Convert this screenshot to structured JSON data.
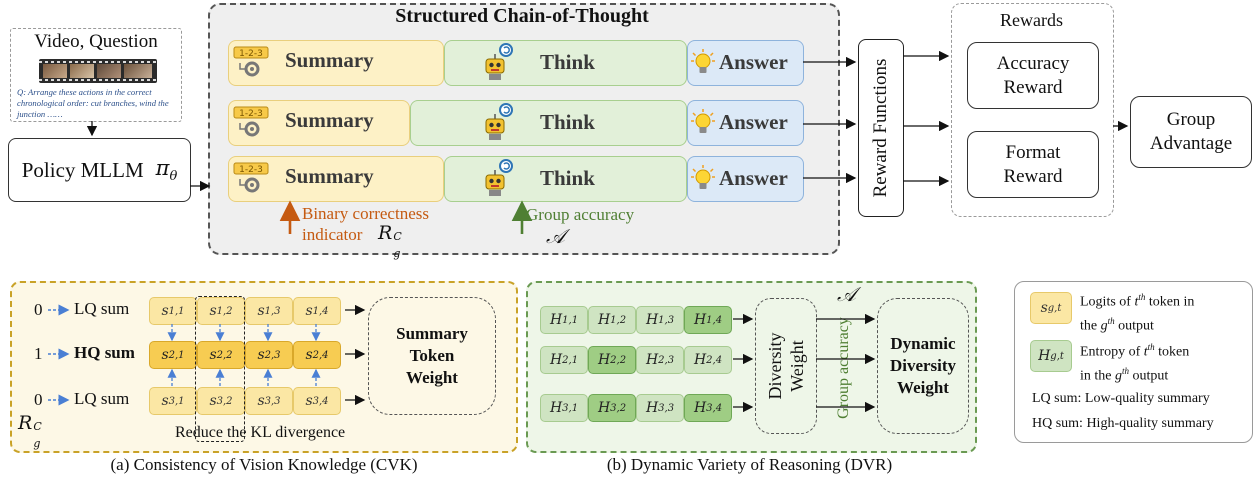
{
  "top": {
    "video_box": {
      "title": "Video, Question",
      "question": "Q: Arrange these actions in the correct chronological order: cut branches, wind the junction ……"
    },
    "policy": {
      "label": "Policy MLLM",
      "symbol": "π",
      "subscript": "θ"
    },
    "structured_cot": {
      "title": "Structured Chain-of-Thought",
      "rows": [
        {
          "summary": "Summary",
          "think": "Think",
          "answer": "Answer"
        },
        {
          "summary": "Summary",
          "think": "Think",
          "answer": "Answer"
        },
        {
          "summary": "Summary",
          "think": "Think",
          "answer": "Answer"
        }
      ],
      "binary_indicator": {
        "line1": "Binary correctness",
        "line2": "indicator",
        "symbol": "R",
        "sub": "g",
        "sup": "C"
      },
      "group_accuracy": {
        "label": "Group accuracy",
        "symbol": "𝒜"
      }
    },
    "reward_functions": "Reward Functions",
    "rewards": {
      "title": "Rewards",
      "accuracy": {
        "line1": "Accuracy",
        "line2": "Reward"
      },
      "format": {
        "line1": "Format",
        "line2": "Reward"
      }
    },
    "group_advantage": {
      "line1": "Group",
      "line2": "Advantage"
    }
  },
  "cvk": {
    "caption": "(a) Consistency of Vision Knowledge (CVK)",
    "rows": [
      {
        "indicator": "0",
        "label": "LQ sum",
        "tokens": [
          [
            "1",
            "1"
          ],
          [
            "1",
            "2"
          ],
          [
            "1",
            "3"
          ],
          [
            "1",
            "4"
          ]
        ]
      },
      {
        "indicator": "1",
        "label": "HQ sum",
        "tokens": [
          [
            "2",
            "1"
          ],
          [
            "2",
            "2"
          ],
          [
            "2",
            "3"
          ],
          [
            "2",
            "4"
          ]
        ]
      },
      {
        "indicator": "0",
        "label": "LQ sum",
        "tokens": [
          [
            "3",
            "1"
          ],
          [
            "3",
            "2"
          ],
          [
            "3",
            "3"
          ],
          [
            "3",
            "4"
          ]
        ]
      }
    ],
    "token_symbol": "s",
    "weight": {
      "line1": "Summary",
      "line2": "Token",
      "line3": "Weight"
    },
    "kl_text": "Reduce the KL divergence",
    "r_symbol": {
      "symbol": "R",
      "sub": "g",
      "sup": "C"
    }
  },
  "dvr": {
    "caption": "(b) Dynamic Variety of Reasoning (DVR)",
    "token_symbol": "H",
    "rows": [
      {
        "tokens": [
          [
            "1",
            "1"
          ],
          [
            "1",
            "2"
          ],
          [
            "1",
            "3"
          ],
          [
            "1",
            "4"
          ]
        ]
      },
      {
        "tokens": [
          [
            "2",
            "1"
          ],
          [
            "2",
            "2"
          ],
          [
            "2",
            "3"
          ],
          [
            "2",
            "4"
          ]
        ]
      },
      {
        "tokens": [
          [
            "3",
            "1"
          ],
          [
            "3",
            "2"
          ],
          [
            "3",
            "3"
          ],
          [
            "3",
            "4"
          ]
        ]
      }
    ],
    "diversity_weight": {
      "line1": "Diversity",
      "line2": "Weight"
    },
    "group_accuracy_vertical": "Group accuracy",
    "accuracy_symbol": "𝒜",
    "dynamic_weight": {
      "line1": "Dynamic",
      "line2": "Diversity",
      "line3": "Weight"
    }
  },
  "legend": {
    "s_item": {
      "symbol": "s",
      "sub": "g,t",
      "line1_pre": "Logits of ",
      "line1_var": "t",
      "line1_sup": "th",
      "line1_post": " token in",
      "line2_pre": "the ",
      "line2_var": "g",
      "line2_sup": "th",
      "line2_post": " output"
    },
    "h_item": {
      "symbol": "H",
      "sub": "g,t",
      "line1_pre": "Entropy of ",
      "line1_var": "t",
      "line1_sup": "th",
      "line1_post": " token",
      "line2_pre": "in the ",
      "line2_var": "g",
      "line2_sup": "th",
      "line2_post": " output"
    },
    "lq_def": "LQ sum: Low-quality summary",
    "hq_def": "HQ sum: High-quality summary"
  },
  "colors": {
    "summary_fill": "#fdf1c6",
    "think_fill": "#e2f0d9",
    "answer_fill": "#dce9f7",
    "cvk_panel": "#fdf8e6",
    "cvk_border": "#c9a227",
    "dvr_panel": "#eef6e8",
    "dvr_border": "#6a9a52",
    "orange": "#c55a11",
    "green": "#4f7f33",
    "blue_arrow": "#4a7fd4"
  }
}
